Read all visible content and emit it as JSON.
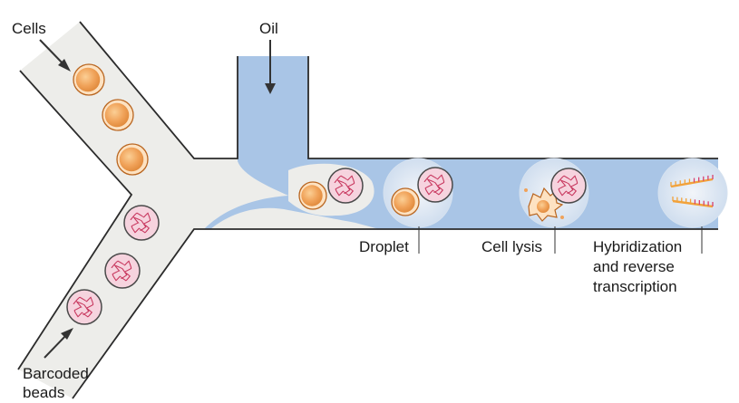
{
  "labels": {
    "cells": "Cells",
    "oil": "Oil",
    "barcoded_beads_line1": "Barcoded",
    "barcoded_beads_line2": "beads",
    "droplet": "Droplet",
    "cell_lysis": "Cell lysis",
    "hybridization_line1": "Hybridization",
    "hybridization_line2": "and reverse",
    "hybridization_line3": "transcription"
  },
  "colors": {
    "channel_fill": "#ededea",
    "channel_stroke": "#2b2b2b",
    "oil": "#a9c5e6",
    "droplet": "#e3ebf4",
    "cell_fill": "#f0a259",
    "cell_stroke": "#b9651f",
    "bead_fill": "#f6d3de",
    "bead_stroke": "#4a4a4a",
    "bead_squiggle": "#c8385f",
    "arrow": "#333333",
    "primer_orange": "#f2a23a",
    "primer_pink": "#d8406e"
  }
}
